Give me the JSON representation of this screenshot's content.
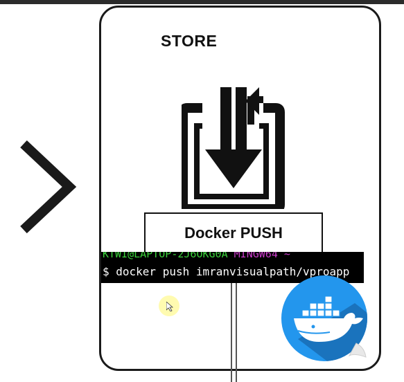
{
  "store": {
    "title": "STORE"
  },
  "push_box": {
    "label": "Docker PUSH"
  },
  "terminal": {
    "prompt_user": "KTWI@LAPTOP-2J6OKG0A",
    "prompt_env": "MINGW64 ~",
    "command": "$ docker push imranvisualpath/vproapp"
  },
  "icons": {
    "chevron": "chevron-right-icon",
    "store": "store-download-icon",
    "docker": "docker-whale-icon",
    "cursor": "mouse-cursor-icon"
  },
  "colors": {
    "docker_blue": "#2396ed",
    "terminal_bg": "#000000",
    "prompt_green": "#3bd13b",
    "prompt_magenta": "#c93cc9"
  }
}
